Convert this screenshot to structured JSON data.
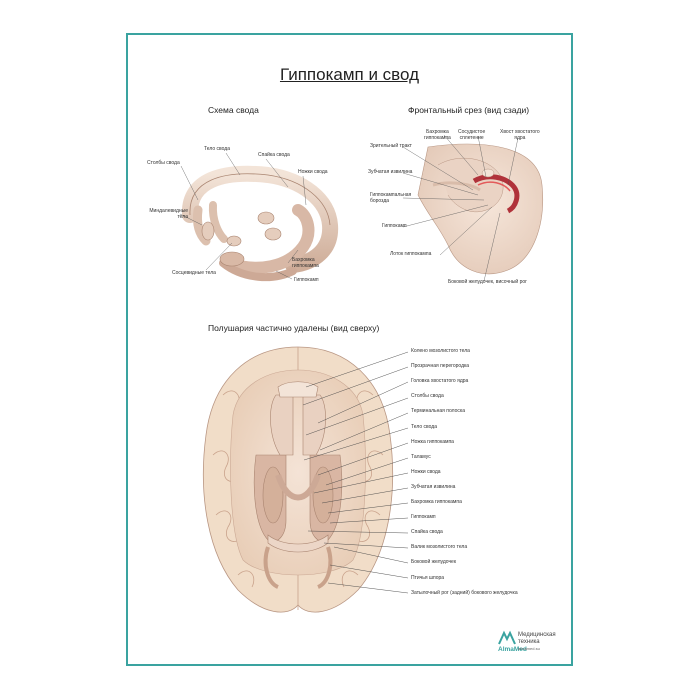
{
  "title": "Гиппокамп и свод",
  "fornix_scheme": {
    "heading": "Схема свода",
    "labels": {
      "body": "Тело свода",
      "commissure": "Спайка свода",
      "columns": "Столбы свода",
      "crura": "Ножки свода",
      "amygdala": "Миндалевидные\nтела",
      "mammillary": "Сосцевидные тела",
      "fimbria": "Бахромка\nгиппокампа",
      "hippocampus": "Гиппокамп"
    }
  },
  "frontal_section": {
    "heading": "Фронтальный срез (вид сзади)",
    "labels": {
      "fimbria": "Бахромка\nгиппокампа",
      "choroid_plexus": "Сосудистое\nсплетение",
      "caudate_tail": "Хвост хвостатого\nядра",
      "optic_tract": "Зрительный тракт",
      "dentate_gyrus": "Зубчатая извилина",
      "hippocampal_sulcus": "Гиппокампальная\nборозда",
      "hippocampus": "Гиппокамп",
      "hippocampal_trough": "Лоток гиппокампа",
      "lateral_ventricle": "Боковой желудочек, височный рог"
    }
  },
  "top_view": {
    "heading": "Полушария частично удалены (вид сверху)",
    "labels": [
      "Колено мозолистого тела",
      "Прозрачная перегородка",
      "Головка хвостатого ядра",
      "Столбы свода",
      "Терминальная полоска",
      "Тело свода",
      "Ножка гиппокампа",
      "Таламус",
      "Ножки свода",
      "Зубчатая извилина",
      "Бахромка гиппокампа",
      "Гиппокамп",
      "Спайка свода",
      "Валик мозолистого тела",
      "Боковой желудочек",
      "Птичья шпора",
      "Затылочный рог (задний) бокового желудочка"
    ]
  },
  "logo": {
    "brand": "AlmaMed",
    "line1": "Медицинская\nтехника",
    "site": "almamed.su"
  },
  "colors": {
    "border": "#3aa3a0",
    "tissue": "#e9d2c4",
    "tissue_dark": "#c9a28b",
    "cortex": "#f2dfc9",
    "accent": "#c0392b"
  }
}
